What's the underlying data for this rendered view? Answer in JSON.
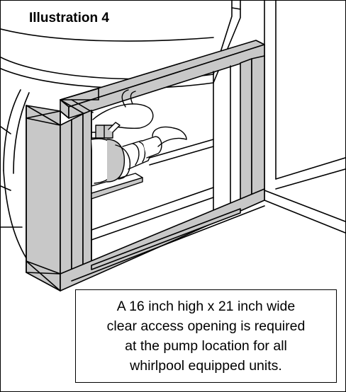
{
  "title": "Illustration 4",
  "caption": {
    "lines": [
      "A 16 inch high x 21 inch wide",
      "clear access opening is required",
      "at the pump location for all",
      "whirlpool equipped units."
    ]
  },
  "colors": {
    "frame_fill": "#c8c8c8",
    "line": "#000000",
    "background": "#ffffff"
  }
}
